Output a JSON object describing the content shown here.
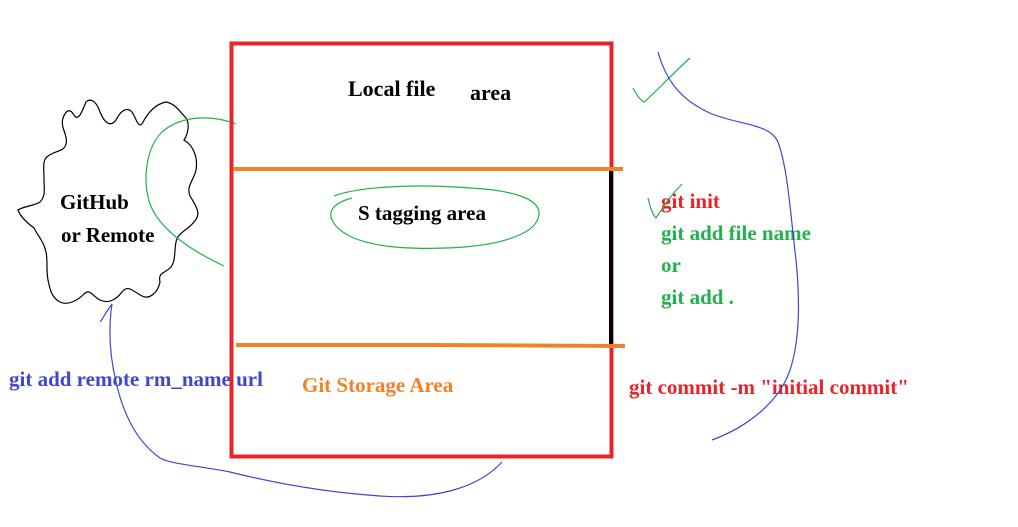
{
  "diagram": {
    "local_file": "Local file",
    "local_area": "area",
    "staging": "S tagging area",
    "storage": "Git Storage Area",
    "cloud_line1": "GitHub",
    "cloud_line2": "or Remote",
    "commands": {
      "init": "git init",
      "add_file": "git add file name",
      "or": "or",
      "add_all": "git add .",
      "commit": "git commit -m \"initial commit\"",
      "remote": "git add remote rm_name url"
    }
  },
  "colors": {
    "frame": "#e8232a",
    "divider": "#f28228",
    "green": "#22b14c",
    "red": "#e8232a",
    "blue": "#3f48cc",
    "orange": "#f28228",
    "black": "#000000"
  }
}
